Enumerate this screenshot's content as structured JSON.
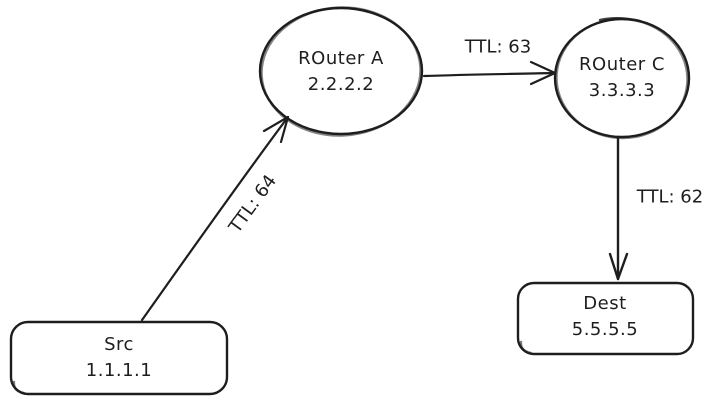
{
  "nodes": {
    "src": {
      "name": "Src",
      "ip": "1.1.1.1"
    },
    "router_a": {
      "name": "ROuter A",
      "ip": "2.2.2.2"
    },
    "router_c": {
      "name": "ROuter C",
      "ip": "3.3.3.3"
    },
    "dest": {
      "name": "Dest",
      "ip": "5.5.5.5"
    }
  },
  "edges": {
    "src_to_router_a": {
      "label": "TTL: 64"
    },
    "router_a_to_router_c": {
      "label": "TTL: 63"
    },
    "router_c_to_dest": {
      "label": "TTL: 62"
    }
  },
  "colors": {
    "stroke": "#1e1e1e",
    "background": "#ffffff"
  }
}
